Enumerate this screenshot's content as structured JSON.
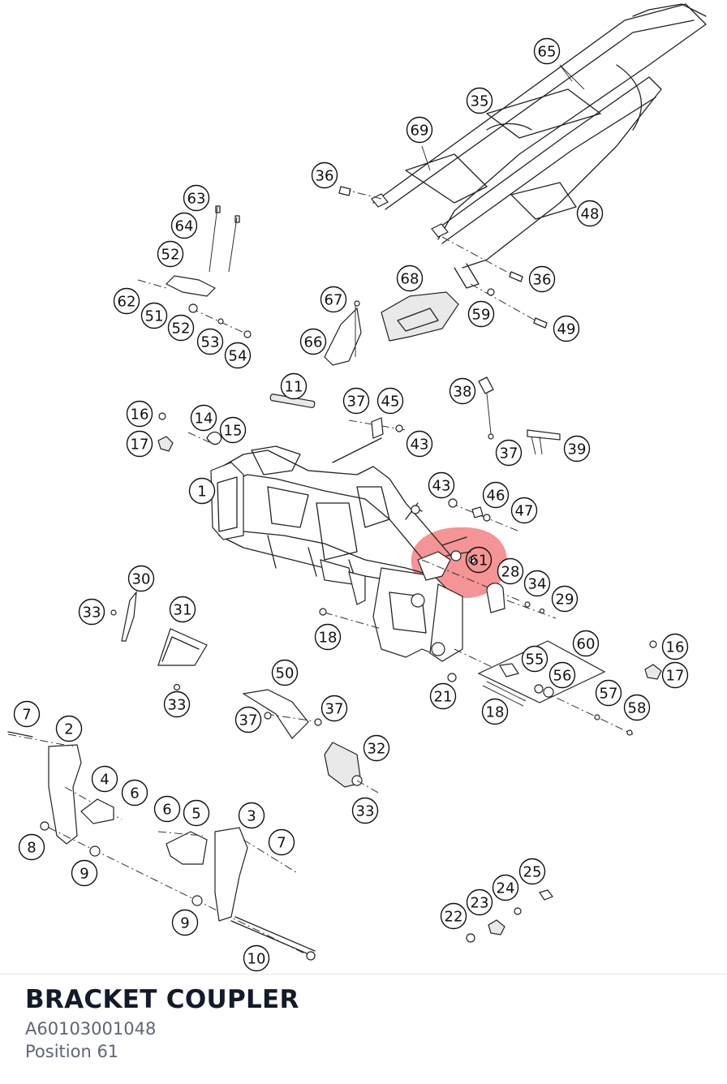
{
  "part": {
    "title": "BRACKET COUPLER",
    "number": "A60103001048",
    "position_label": "Position 61"
  },
  "highlight_color": "#f07070",
  "callouts": [
    {
      "id": "c65",
      "text": "65"
    },
    {
      "id": "c35",
      "text": "35"
    },
    {
      "id": "c69",
      "text": "69"
    },
    {
      "id": "c36a",
      "text": "36"
    },
    {
      "id": "c48",
      "text": "48"
    },
    {
      "id": "c36b",
      "text": "36"
    },
    {
      "id": "c68",
      "text": "68"
    },
    {
      "id": "c59",
      "text": "59"
    },
    {
      "id": "c49",
      "text": "49"
    },
    {
      "id": "c63",
      "text": "63"
    },
    {
      "id": "c64",
      "text": "64"
    },
    {
      "id": "c52a",
      "text": "52"
    },
    {
      "id": "c62",
      "text": "62"
    },
    {
      "id": "c51",
      "text": "51"
    },
    {
      "id": "c52b",
      "text": "52"
    },
    {
      "id": "c53",
      "text": "53"
    },
    {
      "id": "c54",
      "text": "54"
    },
    {
      "id": "c67",
      "text": "67"
    },
    {
      "id": "c66",
      "text": "66"
    },
    {
      "id": "c11",
      "text": "11"
    },
    {
      "id": "c38",
      "text": "38"
    },
    {
      "id": "c37a",
      "text": "37"
    },
    {
      "id": "c45",
      "text": "45"
    },
    {
      "id": "c43a",
      "text": "43"
    },
    {
      "id": "c37b",
      "text": "37"
    },
    {
      "id": "c39",
      "text": "39"
    },
    {
      "id": "c16a",
      "text": "16"
    },
    {
      "id": "c14",
      "text": "14"
    },
    {
      "id": "c15",
      "text": "15"
    },
    {
      "id": "c17a",
      "text": "17"
    },
    {
      "id": "c1",
      "text": "1"
    },
    {
      "id": "c43b",
      "text": "43"
    },
    {
      "id": "c46",
      "text": "46"
    },
    {
      "id": "c47",
      "text": "47"
    },
    {
      "id": "c61",
      "text": "61"
    },
    {
      "id": "c28",
      "text": "28"
    },
    {
      "id": "c34",
      "text": "34"
    },
    {
      "id": "c29",
      "text": "29"
    },
    {
      "id": "c30",
      "text": "30"
    },
    {
      "id": "c33a",
      "text": "33"
    },
    {
      "id": "c31",
      "text": "31"
    },
    {
      "id": "c18a",
      "text": "18"
    },
    {
      "id": "c60",
      "text": "60"
    },
    {
      "id": "c55",
      "text": "55"
    },
    {
      "id": "c56",
      "text": "56"
    },
    {
      "id": "c16b",
      "text": "16"
    },
    {
      "id": "c17b",
      "text": "17"
    },
    {
      "id": "c33b",
      "text": "33"
    },
    {
      "id": "c50",
      "text": "50"
    },
    {
      "id": "c21",
      "text": "21"
    },
    {
      "id": "c18b",
      "text": "18"
    },
    {
      "id": "c57",
      "text": "57"
    },
    {
      "id": "c58",
      "text": "58"
    },
    {
      "id": "c37c",
      "text": "37"
    },
    {
      "id": "c37d",
      "text": "37"
    },
    {
      "id": "c7a",
      "text": "7"
    },
    {
      "id": "c2",
      "text": "2"
    },
    {
      "id": "c32",
      "text": "32"
    },
    {
      "id": "c4",
      "text": "4"
    },
    {
      "id": "c6a",
      "text": "6"
    },
    {
      "id": "c33c",
      "text": "33"
    },
    {
      "id": "c6b",
      "text": "6"
    },
    {
      "id": "c5",
      "text": "5"
    },
    {
      "id": "c3",
      "text": "3"
    },
    {
      "id": "c7b",
      "text": "7"
    },
    {
      "id": "c8",
      "text": "8"
    },
    {
      "id": "c9a",
      "text": "9"
    },
    {
      "id": "c25",
      "text": "25"
    },
    {
      "id": "c24",
      "text": "24"
    },
    {
      "id": "c23",
      "text": "23"
    },
    {
      "id": "c22",
      "text": "22"
    },
    {
      "id": "c9b",
      "text": "9"
    },
    {
      "id": "c10",
      "text": "10"
    }
  ]
}
